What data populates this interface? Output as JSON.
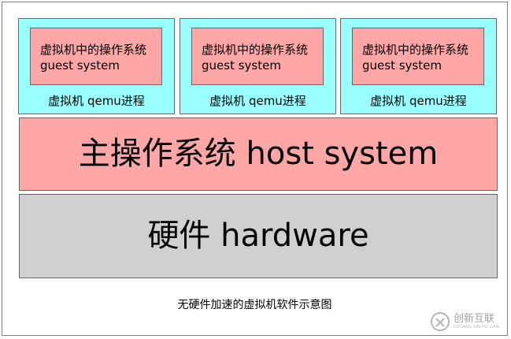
{
  "guest_vms": [
    {
      "guest_title": "虚拟机中的操作系统",
      "guest_subtitle": "guest system",
      "process_label": "虚拟机 qemu进程"
    },
    {
      "guest_title": "虚拟机中的操作系统",
      "guest_subtitle": "guest system",
      "process_label": "虚拟机 qemu进程"
    },
    {
      "guest_title": "虚拟机中的操作系统",
      "guest_subtitle": "guest system",
      "process_label": "虚拟机 qemu进程"
    }
  ],
  "host": {
    "label": "主操作系统 host system"
  },
  "hardware": {
    "label": "硬件 hardware"
  },
  "caption": "无硬件加速的虚拟机软件示意图",
  "watermark": {
    "text": "创新互联",
    "subtext": "CHUANG XIN HU LIAN"
  },
  "colors": {
    "vm_box": "#99ffff",
    "guest_box": "#ffa6a6",
    "host_box": "#ffa6a6",
    "hardware_box": "#d0d0d0"
  }
}
